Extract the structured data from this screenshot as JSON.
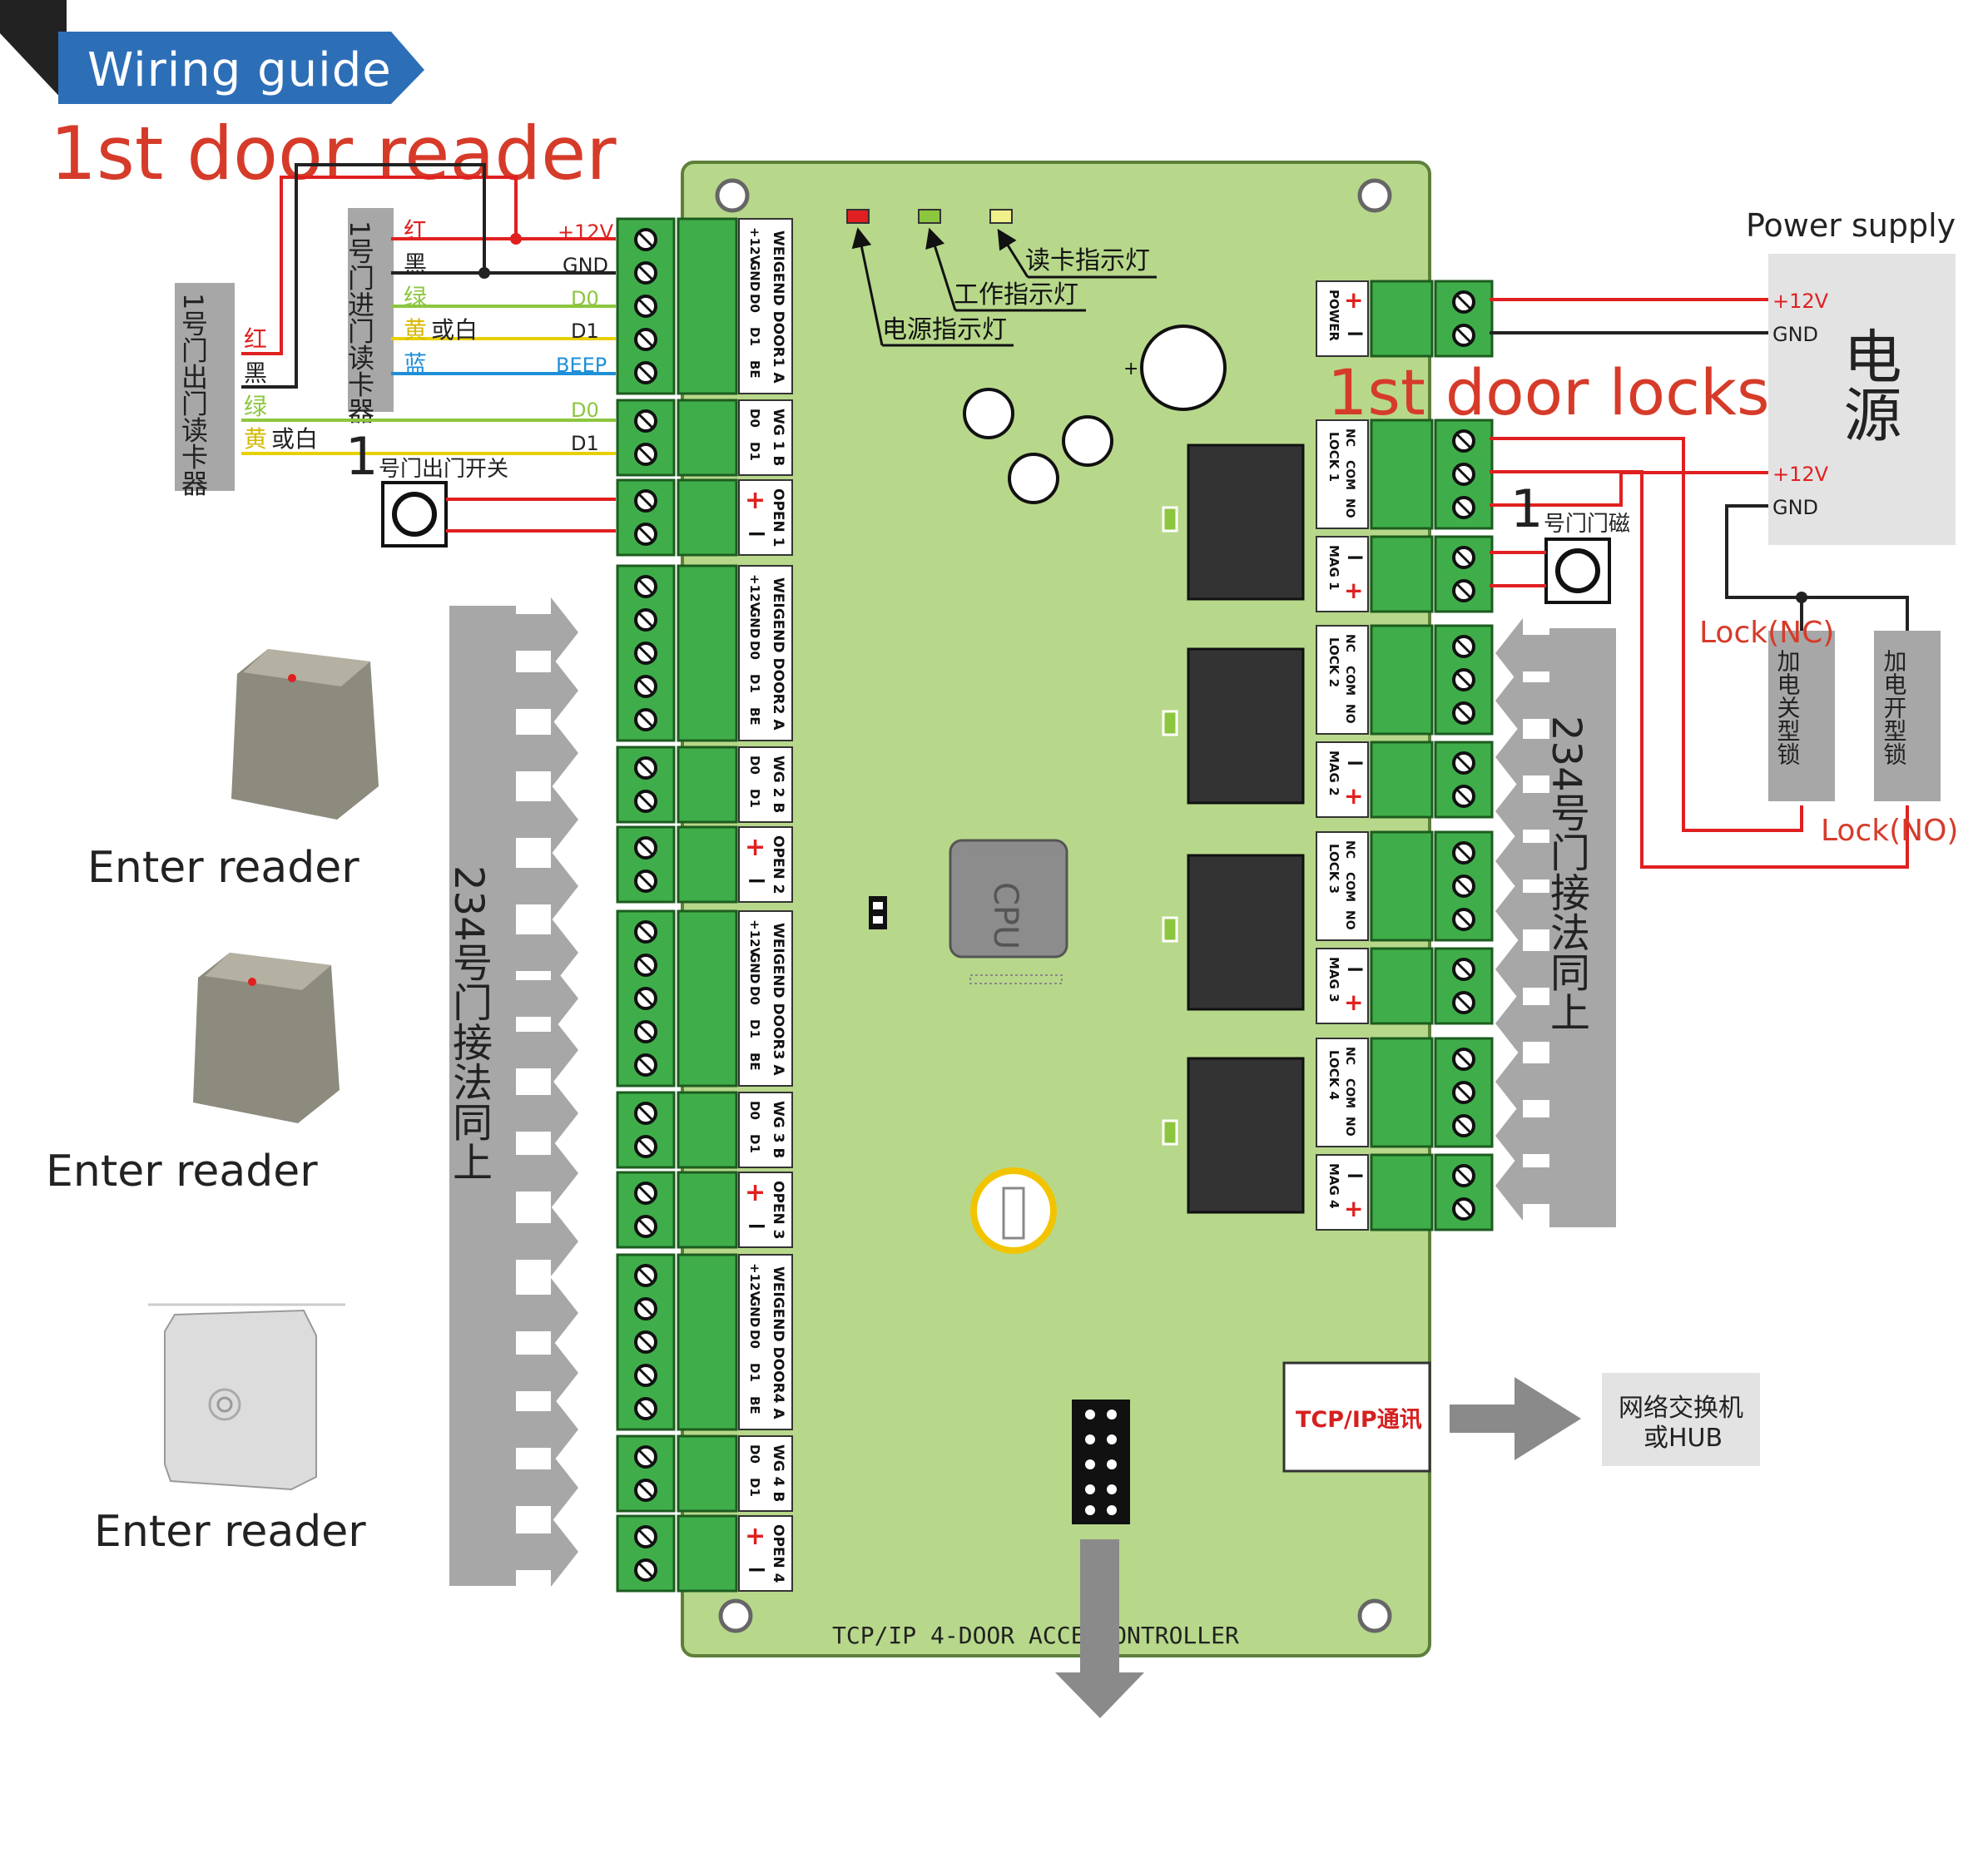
{
  "header": {
    "title": "Wiring guide"
  },
  "reader1": {
    "heading": "1st door reader",
    "entry_label": "1号门进门读卡器",
    "exit_label": "1号门出门读卡器",
    "color_red": "红",
    "color_black": "黑",
    "color_green": "绿",
    "color_yellow": "黄",
    "or_white": "或白",
    "color_blue": "蓝",
    "sig_12v": "+12V",
    "sig_gnd": "GND",
    "sig_d0": "D0",
    "sig_d1": "D1",
    "sig_beep": "BEEP",
    "exit_button_num": "1",
    "exit_button_label": "号门出门开关"
  },
  "leds": {
    "reader": "读卡指示灯",
    "work": "工作指示灯",
    "power": "电源指示灯"
  },
  "board": {
    "caption": "TCP/IP 4-DOOR ACCE   CONTROLLER",
    "cpu": "CPU",
    "plus": "+",
    "minus": "−",
    "door_blocks": [
      {
        "weigend": "WEIGEND DOOR1 A",
        "wg": "WG 1 B",
        "open": "OPEN 1"
      },
      {
        "weigend": "WEIGEND DOOR2 A",
        "wg": "WG 2 B",
        "open": "OPEN 2"
      },
      {
        "weigend": "WEIGEND DOOR3 A",
        "wg": "WG 3 B",
        "open": "OPEN 3"
      },
      {
        "weigend": "WEIGEND DOOR4 A",
        "wg": "WG 4 B",
        "open": "OPEN 4"
      }
    ],
    "pin_12v": "+12V",
    "pin_gnd": "GND",
    "pin_d0": "D0",
    "pin_d1": "D1",
    "pin_be": "BE",
    "power_label": "POWER",
    "locks": [
      "LOCK 1",
      "LOCK 2",
      "LOCK 3",
      "LOCK 4"
    ],
    "mags": [
      "MAG 1",
      "MAG 2",
      "MAG 3",
      "MAG 4"
    ],
    "pin_nc": "NC",
    "pin_com": "COM",
    "pin_no": "NO"
  },
  "power": {
    "title": "Power supply",
    "chinese": "电源",
    "v12": "+12V",
    "gnd": "GND"
  },
  "locks_section": {
    "heading": "1st door locks",
    "mag_num": "1",
    "mag_label": "号门门磁",
    "lock_nc": "Lock(NC)",
    "lock_no": "Lock(NO)",
    "nc_lock_name": "加电关型锁",
    "no_lock_name": "加电开型锁"
  },
  "same_note": {
    "left": "234号门接法同上",
    "right": "234号门接法同上"
  },
  "readers": [
    "Enter  reader",
    "Enter  reader",
    "Enter  reader"
  ],
  "network": {
    "tcpip": "TCP/IP通讯",
    "switch_line1": "网络交换机",
    "switch_line2": "或HUB"
  },
  "colors": {
    "board": "#b7d88a",
    "terminal": "#3fae4a",
    "accent_red": "#d63b2a",
    "wire_red": "#e02020",
    "wire_green": "#8cc63f",
    "wire_yellow": "#e8d000",
    "wire_blue": "#1f8fd8",
    "gray": "#a7a7a7",
    "banner": "#2d6fb7"
  }
}
